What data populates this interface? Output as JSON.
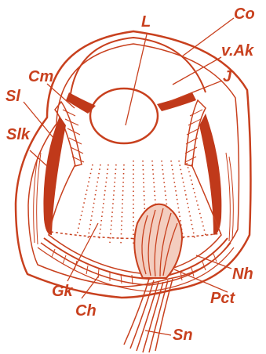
{
  "diagram": {
    "colors": {
      "stroke": "#c8401e",
      "fill_dark": "#c0391a",
      "fill_light": "#f3cdbf",
      "background": "#ffffff"
    },
    "labels": {
      "L": "L",
      "Co": "Co",
      "vAk": "v.Ak",
      "J": "J",
      "Cm": "Cm",
      "Sl": "Sl",
      "Slk": "Slk",
      "Gk": "Gk",
      "Ch": "Ch",
      "Nh": "Nh",
      "Pct": "Pct",
      "Sn": "Sn"
    }
  }
}
